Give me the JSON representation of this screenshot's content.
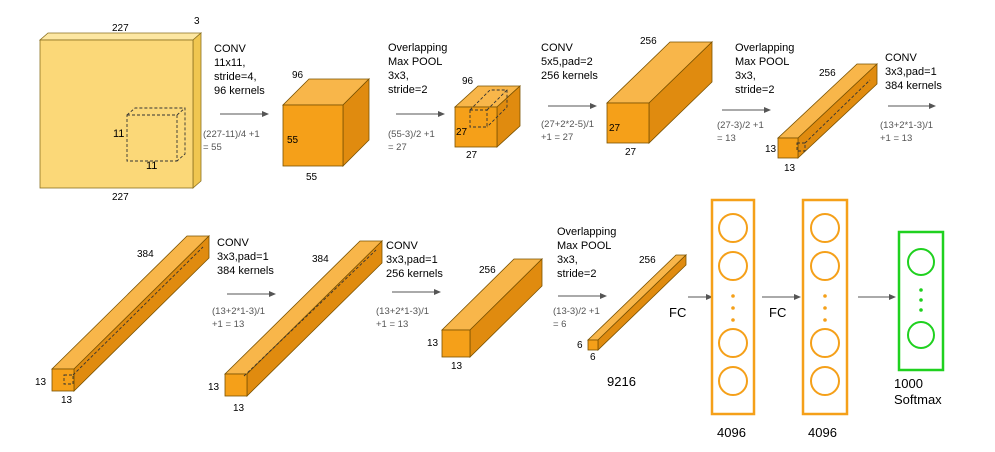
{
  "input": {
    "width": "227",
    "height": "227",
    "depth": "3",
    "kernel_w": "11",
    "kernel_h": "11"
  },
  "steps": {
    "conv1": {
      "title": "CONV",
      "lines": [
        "11x11,",
        "stride=4,",
        "96 kernels"
      ],
      "calc": [
        "(227-11)/4 +1",
        "= 55"
      ]
    },
    "pool1": {
      "title": "Overlapping",
      "lines": [
        "Max POOL",
        "3x3,",
        "stride=2"
      ],
      "calc": [
        "(55-3)/2 +1",
        "= 27"
      ]
    },
    "conv2": {
      "title": "CONV",
      "lines": [
        "5x5,pad=2",
        "256 kernels"
      ],
      "calc": [
        "(27+2*2-5)/1",
        "+1  = 27"
      ]
    },
    "pool2": {
      "title": "Overlapping",
      "lines": [
        "Max POOL",
        "3x3,",
        "stride=2"
      ],
      "calc": [
        "(27-3)/2 +1",
        "= 13"
      ]
    },
    "conv3": {
      "title": "CONV",
      "lines": [
        "3x3,pad=1",
        "384 kernels"
      ],
      "calc": [
        "(13+2*1-3)/1",
        "+1  = 13"
      ]
    },
    "conv4": {
      "title": "CONV",
      "lines": [
        "3x3,pad=1",
        "384 kernels"
      ],
      "calc": [
        "(13+2*1-3)/1",
        "+1  = 13"
      ]
    },
    "conv5": {
      "title": "CONV",
      "lines": [
        "3x3,pad=1",
        "256 kernels"
      ],
      "calc": [
        "(13+2*1-3)/1",
        "+1  = 13"
      ]
    },
    "pool3": {
      "title": "Overlapping",
      "lines": [
        "Max POOL",
        "3x3,",
        "stride=2"
      ],
      "calc": [
        "(13-3)/2 +1",
        "= 6"
      ]
    }
  },
  "volumes": {
    "v1": {
      "w": "55",
      "h": "55",
      "d": "96"
    },
    "v2": {
      "w": "27",
      "h": "27",
      "d": "96"
    },
    "v3": {
      "w": "27",
      "h": "27",
      "d": "256"
    },
    "v4": {
      "w": "13",
      "h": "13",
      "d": "256"
    },
    "v5": {
      "w": "13",
      "h": "13",
      "d": "384"
    },
    "v6": {
      "w": "13",
      "h": "13",
      "d": "384"
    },
    "v7": {
      "w": "13",
      "h": "13",
      "d": "256"
    },
    "v8": {
      "w": "6",
      "h": "6",
      "d": "256"
    }
  },
  "flatten": "9216",
  "fc": {
    "label1": "FC",
    "label2": "FC",
    "size1": "4096",
    "size2": "4096"
  },
  "softmax": {
    "size": "1000",
    "label": "Softmax"
  },
  "colors": {
    "volume": "#f5a019",
    "input": "#fbd878",
    "fc": "#f5a019",
    "softmax": "#1fd11f"
  }
}
